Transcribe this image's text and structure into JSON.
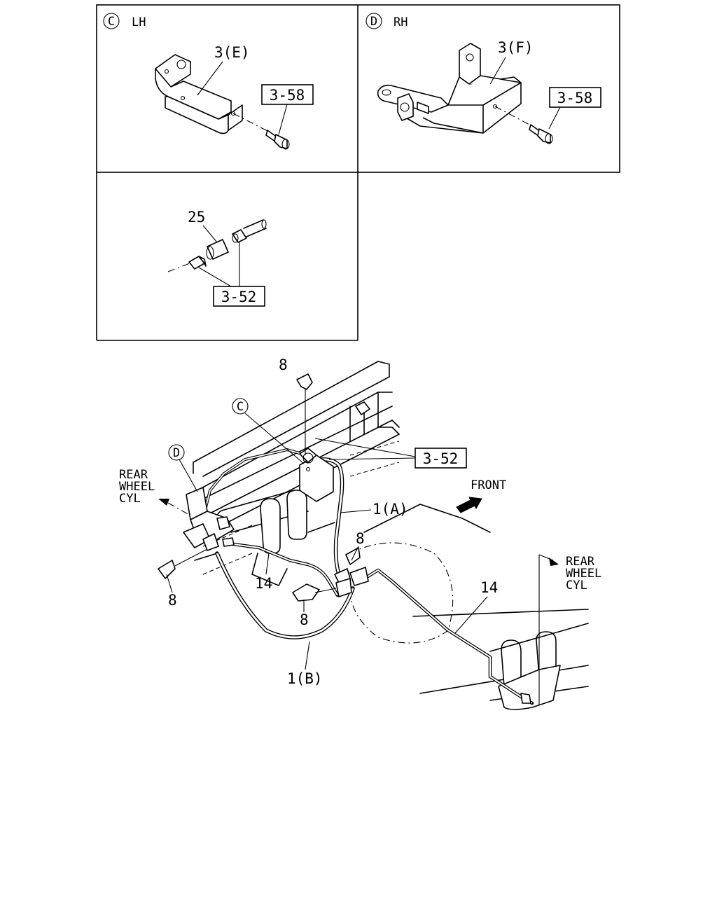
{
  "panels": {
    "c": {
      "circle": "C",
      "title": "LH",
      "part": "3(E)",
      "ref": "3-58"
    },
    "d": {
      "circle": "D",
      "title": "RH",
      "part": "3(F)",
      "ref": "3-58"
    },
    "e": {
      "part": "25",
      "ref": "3-52"
    }
  },
  "main": {
    "callout_c": "C",
    "callout_d": "D",
    "ref_main": "3-52",
    "clip_labels": [
      "8",
      "8",
      "8",
      "8"
    ],
    "hose_a": "1(A)",
    "hose_b": "1(B)",
    "pipe_left": "14",
    "pipe_right": "14",
    "front": "FRONT",
    "rear_left": [
      "REAR",
      "WHEEL",
      "CYL"
    ],
    "rear_right": [
      "REAR",
      "WHEEL",
      "CYL"
    ]
  }
}
